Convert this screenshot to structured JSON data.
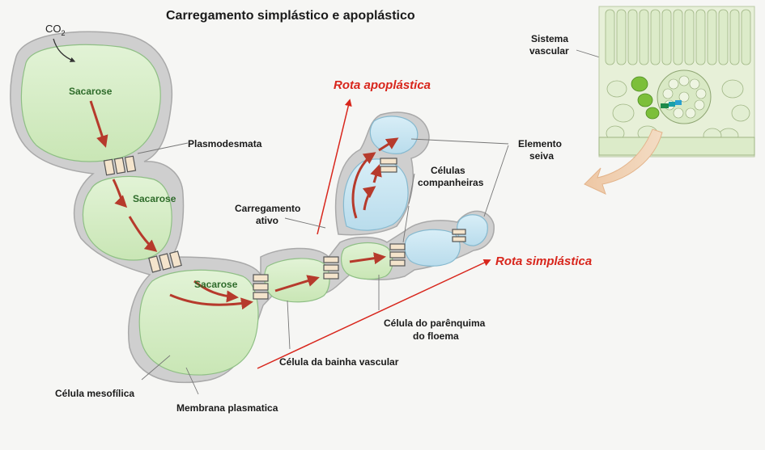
{
  "title": "Carregamento simplástico e apoplástico",
  "co2": {
    "main": "CO",
    "sub": "2"
  },
  "sucrose": [
    "Sacarose",
    "Sacarose",
    "Sacarose"
  ],
  "labels": {
    "plasmodesmata": "Plasmodesmata",
    "active_loading": [
      "Carregamento",
      "ativo"
    ],
    "sieve_element": [
      "Elemento",
      "seiva"
    ],
    "companion_cells": [
      "Células",
      "companheiras"
    ],
    "vascular_system": [
      "Sistema",
      "vascular"
    ],
    "phloem_parenchyma": [
      "Célula do parênquima",
      "do floema"
    ],
    "bundle_sheath": "Célula da bainha vascular",
    "mesophyll": "Célula mesofílica",
    "plasma_membrane": "Membrana plasmatica"
  },
  "routes": {
    "apoplastic": "Rota apoplástica",
    "symplastic": "Rota simplástica"
  },
  "colors": {
    "cell_wall": "#cdcdcd",
    "cytoplasm_green": "#d4ecc4",
    "vacuole_blue": "#c6e2ef",
    "arrow": "#b63a2c",
    "route_red": "#d8261c",
    "sucrose_text": "#2e6b2a"
  }
}
